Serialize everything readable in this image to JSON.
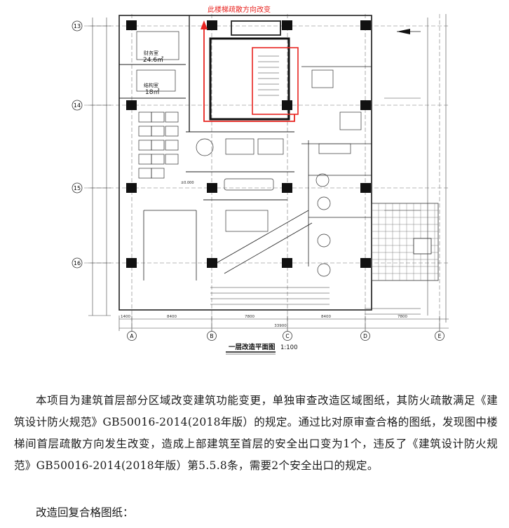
{
  "plan": {
    "annotation": "此楼梯疏散方向改变",
    "title": "一层改造平面图",
    "scale": "1:100",
    "rooms": [
      {
        "name": "财务室",
        "area": "24.6㎡"
      },
      {
        "name": "结构室",
        "area": "18㎡"
      }
    ],
    "row_axes": [
      "13",
      "14",
      "15",
      "16"
    ],
    "col_axes": [
      "A",
      "B",
      "C",
      "D",
      "E"
    ],
    "dims": [
      "1400",
      "8400",
      "7800",
      "8400",
      "7800"
    ],
    "total_dim": "33900",
    "elev_label": "±0.000"
  },
  "article": {
    "paragraph": "本项目为建筑首层部分区域改变建筑功能变更，单独审查改造区域图纸，其防火疏散满足《建筑设计防火规范》GB50016-2014(2018年版）的规定。通过比对原审查合格的图纸，发现图中楼梯间首层疏散方向发生改变，造成上部建筑至首层的安全出口变为1个，违反了《建筑设计防火规范》GB50016-2014(2018年版）第5.5.8条，需要2个安全出口的规定。",
    "note": "改造回复合格图纸："
  },
  "colors": {
    "annotation": "#e8231f",
    "line": "#222222",
    "grid": "#555555"
  }
}
